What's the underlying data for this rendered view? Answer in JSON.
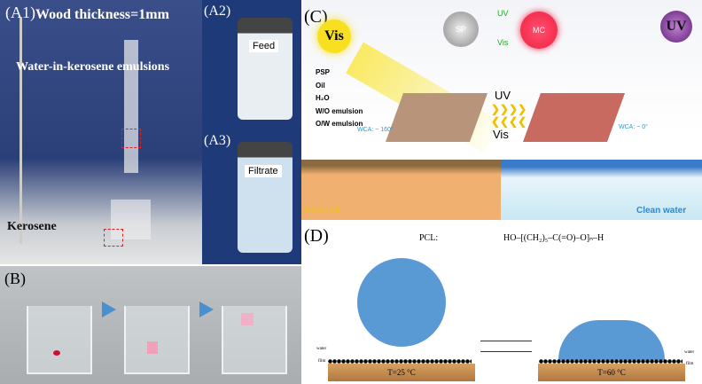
{
  "panel_a": {
    "label1": "(A1)",
    "thickness": "Wood thickness=1mm",
    "emulsion": "Water-in-kerosene emulsions",
    "kerosene": "Kerosene",
    "label2": "(A2)",
    "feed": "Feed",
    "label3": "(A3)",
    "filtrate": "Filtrate"
  },
  "panel_b": {
    "label": "(B)"
  },
  "panel_c": {
    "label": "(C)",
    "vis_sun": "Vis",
    "uv_sun": "UV",
    "sp": "SP",
    "mc": "MC",
    "switch_uv": "UV",
    "switch_vis": "Vis",
    "legend": [
      "PSP",
      "Oil",
      "H₂O",
      "W/O emulsion",
      "O/W emulsion"
    ],
    "wca_left": "WCA: ~ 160°",
    "wca_right": "WCA: ~ 0°",
    "arrow_uv": "UV",
    "arrow_vis": "Vis",
    "clean_oil": "Clean oil",
    "clean_water": "Clean water"
  },
  "panel_d": {
    "label": "(D)",
    "pcl": "PCL:",
    "formula": "HO–[(CH₂)₅–C(=O)–O]ₙ–H",
    "water": "water",
    "film": "film",
    "t_left": "T=25 °C",
    "t_right": "T=60 °C"
  }
}
